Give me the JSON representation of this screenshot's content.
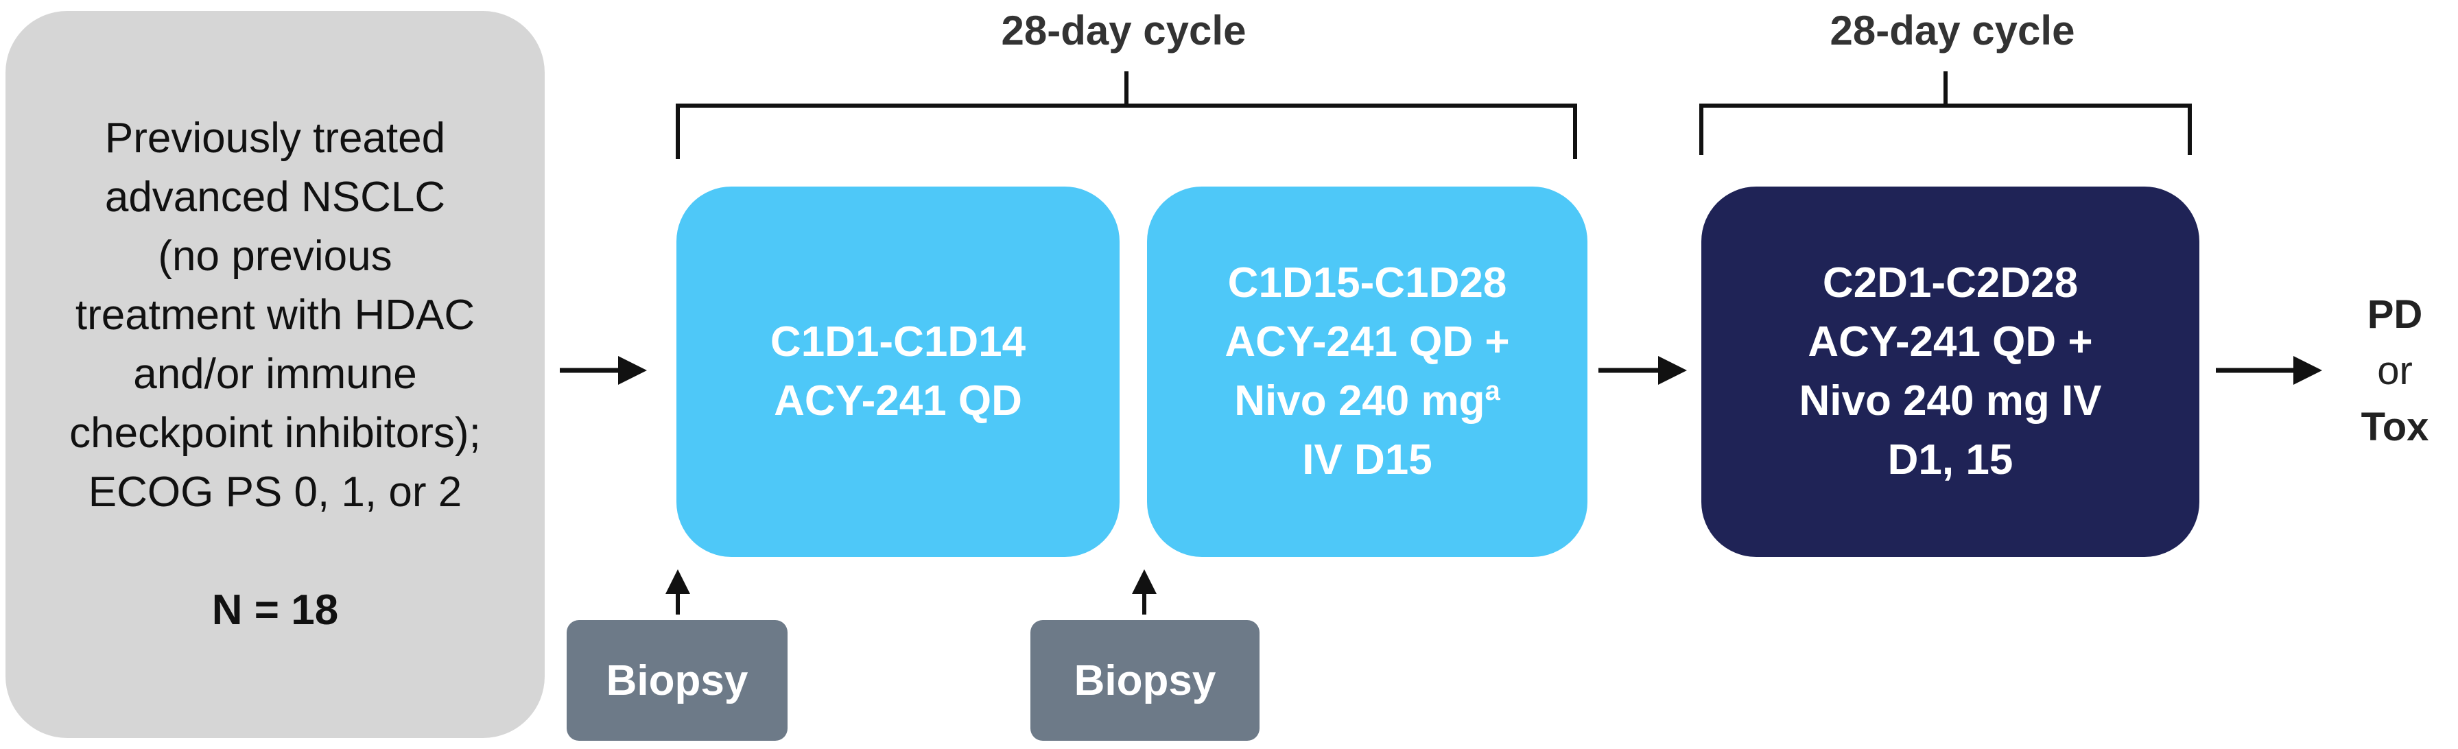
{
  "population": {
    "lines": [
      "Previously treated",
      "advanced NSCLC",
      "(no previous",
      "treatment with HDAC",
      "and/or immune",
      "checkpoint inhibitors);",
      "ECOG PS 0, 1, or 2"
    ],
    "count": "N = 18"
  },
  "cycle_labels": [
    "28-day cycle",
    "28-day cycle"
  ],
  "cycle1_part_a": [
    "C1D1-C1D14",
    "ACY-241 QD"
  ],
  "cycle1_part_b": {
    "line1": "C1D15-C1D28",
    "line2": "ACY-241 QD +",
    "line3": "Nivo 240 mg",
    "line3_superscript": "a",
    "line4": "IV D15"
  },
  "cycle2": [
    "C2D1-C2D28",
    "ACY-241 QD +",
    "Nivo 240 mg IV",
    "D1, 15"
  ],
  "biopsy_labels": [
    "Biopsy",
    "Biopsy"
  ],
  "outcome": {
    "line1": "PD",
    "line2": "or",
    "line3": "Tox"
  },
  "colors": {
    "population_box": "#d6d6d6",
    "cycle1_boxes": "#4ec8f8",
    "cycle2_box": "#1f2356",
    "biopsy_box": "#6d7a88",
    "arrows": "#111111"
  }
}
